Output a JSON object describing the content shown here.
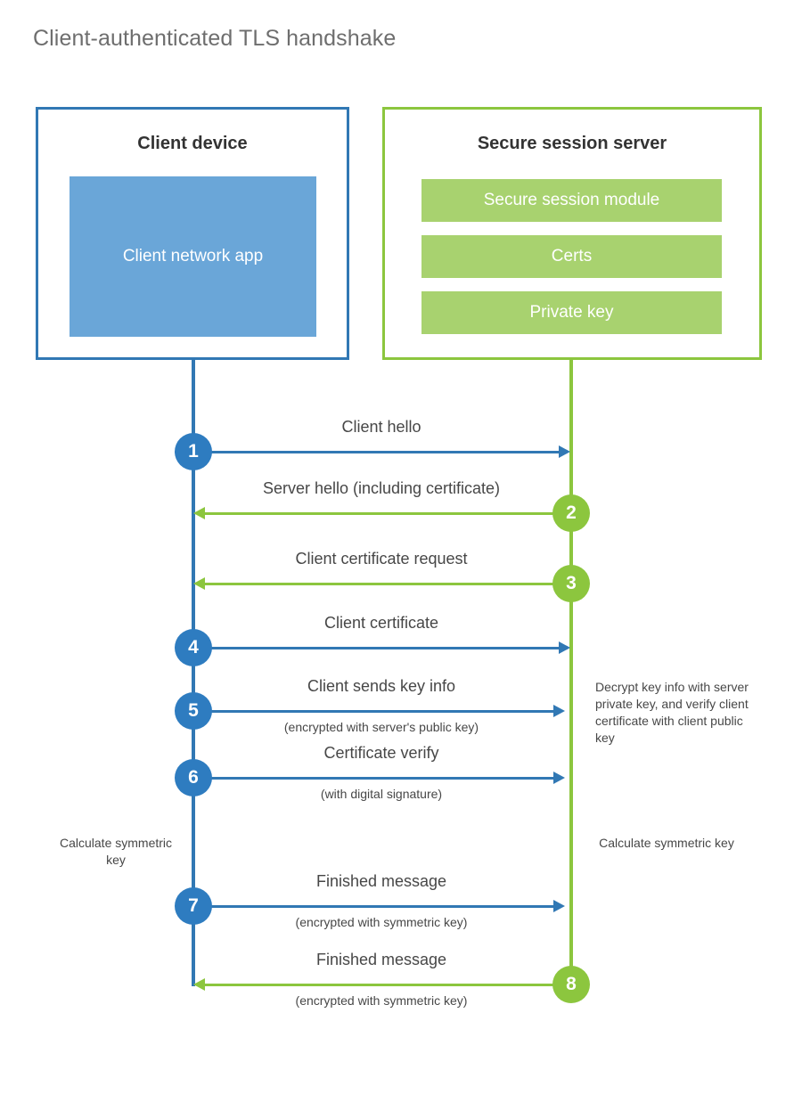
{
  "title": "Client-authenticated TLS handshake",
  "colors": {
    "client_blue": "#3178b4",
    "client_app_fill": "#6aa6d8",
    "server_green": "#8cc63e",
    "server_module_fill": "#a8d26f",
    "badge_blue": "#2e7cc0",
    "badge_green": "#8cc63e",
    "title_gray": "#6e6e6e"
  },
  "actors": {
    "client": {
      "title": "Client device",
      "component": "Client network app"
    },
    "server": {
      "title": "Secure session server",
      "modules": [
        "Secure session module",
        "Certs",
        "Private key"
      ]
    }
  },
  "messages": [
    {
      "number": "1",
      "label": "Client hello",
      "sublabel": "",
      "direction": "client-to-server"
    },
    {
      "number": "2",
      "label": "Server hello (including certificate)",
      "sublabel": "",
      "direction": "server-to-client"
    },
    {
      "number": "3",
      "label": "Client certificate request",
      "sublabel": "",
      "direction": "server-to-client"
    },
    {
      "number": "4",
      "label": "Client certificate",
      "sublabel": "",
      "direction": "client-to-server"
    },
    {
      "number": "5",
      "label": "Client sends key info",
      "sublabel": "(encrypted with server's public key)",
      "direction": "client-to-server"
    },
    {
      "number": "6",
      "label": "Certificate verify",
      "sublabel": "(with digital signature)",
      "direction": "client-to-server"
    },
    {
      "number": "7",
      "label": "Finished message",
      "sublabel": "(encrypted with symmetric key)",
      "direction": "client-to-server"
    },
    {
      "number": "8",
      "label": "Finished message",
      "sublabel": "(encrypted with symmetric key)",
      "direction": "server-to-client"
    }
  ],
  "annotations": {
    "server_decrypt": "Decrypt key info with server private key, and verify client certificate with client public key",
    "client_symmetric": "Calculate symmetric key",
    "server_symmetric": "Calculate symmetric key"
  }
}
